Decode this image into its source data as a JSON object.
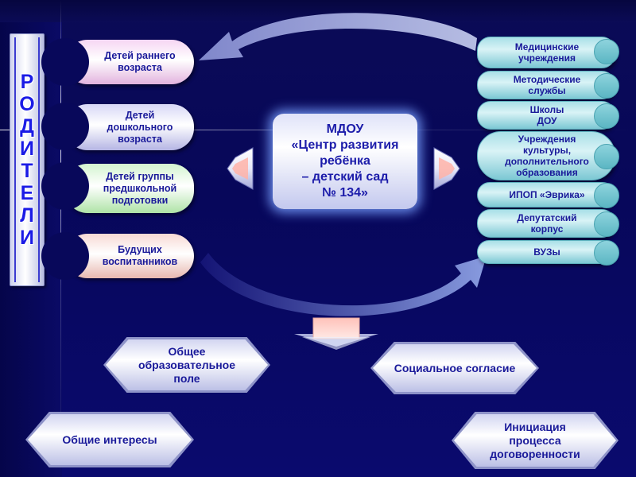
{
  "parents_letters": [
    "Р",
    "О",
    "Д",
    "И",
    "Т",
    "Е",
    "Л",
    "И"
  ],
  "left_groups": [
    {
      "lines": [
        "Детей раннего",
        "возраста"
      ]
    },
    {
      "lines": [
        "Детей",
        "дошкольного",
        "возраста"
      ]
    },
    {
      "lines": [
        "Детей группы",
        "предшкольной",
        "подготовки"
      ]
    },
    {
      "lines": [
        "Будущих",
        "воспитанников"
      ]
    }
  ],
  "center": {
    "lines": [
      "МДОУ",
      "«Центр развития",
      "ребёнка",
      "– детский сад",
      "№ 134»"
    ]
  },
  "right_institutions": [
    {
      "lines": [
        "Медицинские",
        "учреждения"
      ]
    },
    {
      "lines": [
        "Методические",
        "службы"
      ]
    },
    {
      "lines": [
        "Школы",
        "ДОУ"
      ]
    },
    {
      "lines": [
        "Учреждения",
        "культуры,",
        "дополнительного",
        "образования"
      ]
    },
    {
      "lines": [
        "ИПОП «Эврика»"
      ]
    },
    {
      "lines": [
        "Депутатский",
        "корпус"
      ]
    },
    {
      "lines": [
        "ВУЗы"
      ]
    }
  ],
  "outcomes": [
    {
      "lines": [
        "Общее",
        "образовательное",
        "поле"
      ]
    },
    {
      "lines": [
        "Социальное согласие"
      ]
    },
    {
      "lines": [
        "Общие интересы"
      ]
    },
    {
      "lines": [
        "Инициация",
        "процесса",
        "договоренности"
      ]
    }
  ],
  "colors": {
    "background": "#0b0b56",
    "text": "#1a1a9a",
    "parents_letters": "#1b1be6",
    "right_pill": "#a8dfe7",
    "arrow": "#ffd6cf"
  }
}
